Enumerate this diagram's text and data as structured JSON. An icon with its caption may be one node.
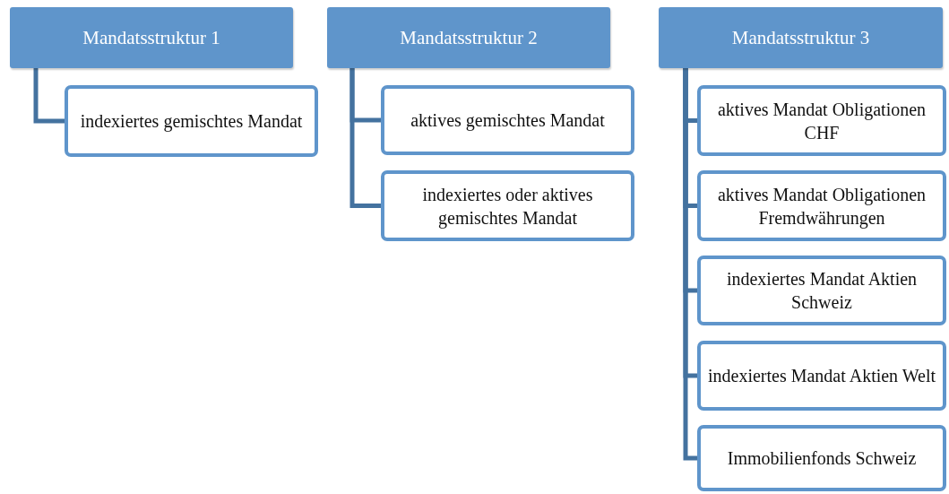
{
  "diagram": {
    "nodes": [
      {
        "text": [
          "Mandatsstruktur 1"
        ]
      },
      {
        "text": [
          "indexiertes gemischtes Mandat"
        ]
      },
      {
        "text": [
          "Mandatsstruktur 2"
        ]
      },
      {
        "text": [
          "aktives gemischtes Mandat"
        ]
      },
      {
        "text": [
          "indexiertes oder aktives gemischtes Mandat"
        ]
      },
      {
        "text": [
          "Mandatsstruktur 3"
        ]
      },
      {
        "text": [
          "aktives Mandat Obligationen CHF"
        ]
      },
      {
        "text": [
          "aktives Mandat Obligationen Fremdwährungen"
        ]
      },
      {
        "text": [
          "indexiertes Mandat Aktien Schweiz"
        ]
      },
      {
        "text": [
          "indexiertes Mandat Aktien Welt"
        ]
      },
      {
        "text": [
          "Immobilienfonds Schweiz"
        ]
      }
    ],
    "edges": [
      {
        "from": 0,
        "to": 1,
        "arrow": "none"
      },
      {
        "from": 2,
        "to": 3,
        "arrow": "none"
      },
      {
        "from": 2,
        "to": 4,
        "arrow": "none"
      },
      {
        "from": 5,
        "to": 6,
        "arrow": "none"
      },
      {
        "from": 5,
        "to": 7,
        "arrow": "none"
      },
      {
        "from": 5,
        "to": 8,
        "arrow": "none"
      },
      {
        "from": 5,
        "to": 9,
        "arrow": "none"
      },
      {
        "from": 5,
        "to": 10,
        "arrow": "none"
      }
    ]
  }
}
